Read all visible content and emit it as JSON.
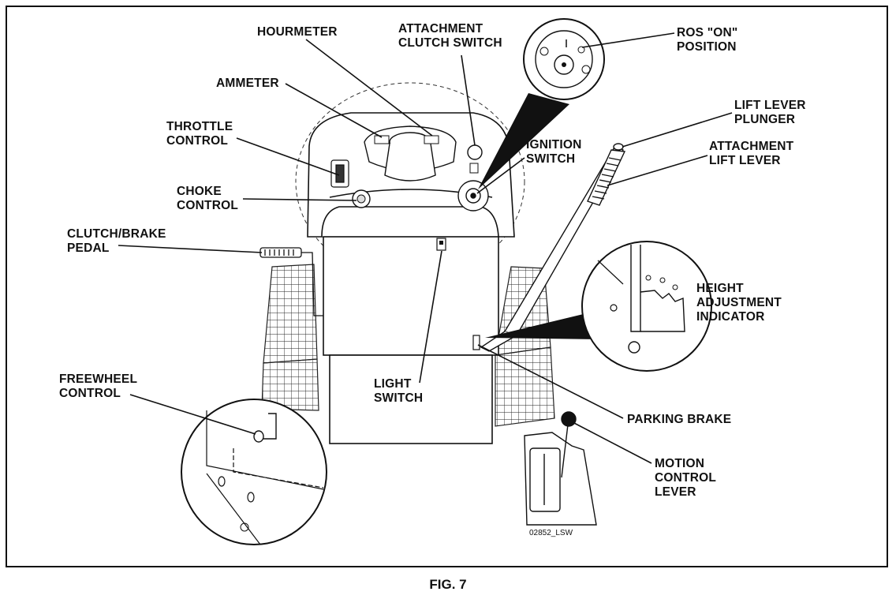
{
  "labels": {
    "hourmeter": "HOURMETER",
    "attachment_clutch_switch": "ATTACHMENT\nCLUTCH SWITCH",
    "ros_on_position": "ROS \"ON\"\nPOSITION",
    "ammeter": "AMMETER",
    "lift_lever_plunger": "LIFT LEVER\nPLUNGER",
    "throttle_control": "THROTTLE\nCONTROL",
    "ignition_switch": "IGNITION\nSWITCH",
    "attachment_lift_lever": "ATTACHMENT\nLIFT LEVER",
    "choke_control": "CHOKE\nCONTROL",
    "clutch_brake_pedal": "CLUTCH/BRAKE\nPEDAL",
    "height_adjustment_indicator": "HEIGHT\nADJUSTMENT\nINDICATOR",
    "freewheel_control": "FREEWHEEL\nCONTROL",
    "light_switch": "LIGHT\nSWITCH",
    "parking_brake": "PARKING BRAKE",
    "motion_control_lever": "MOTION\nCONTROL\nLEVER"
  },
  "drawing_code": "02852_LSW",
  "caption": "FIG. 7"
}
